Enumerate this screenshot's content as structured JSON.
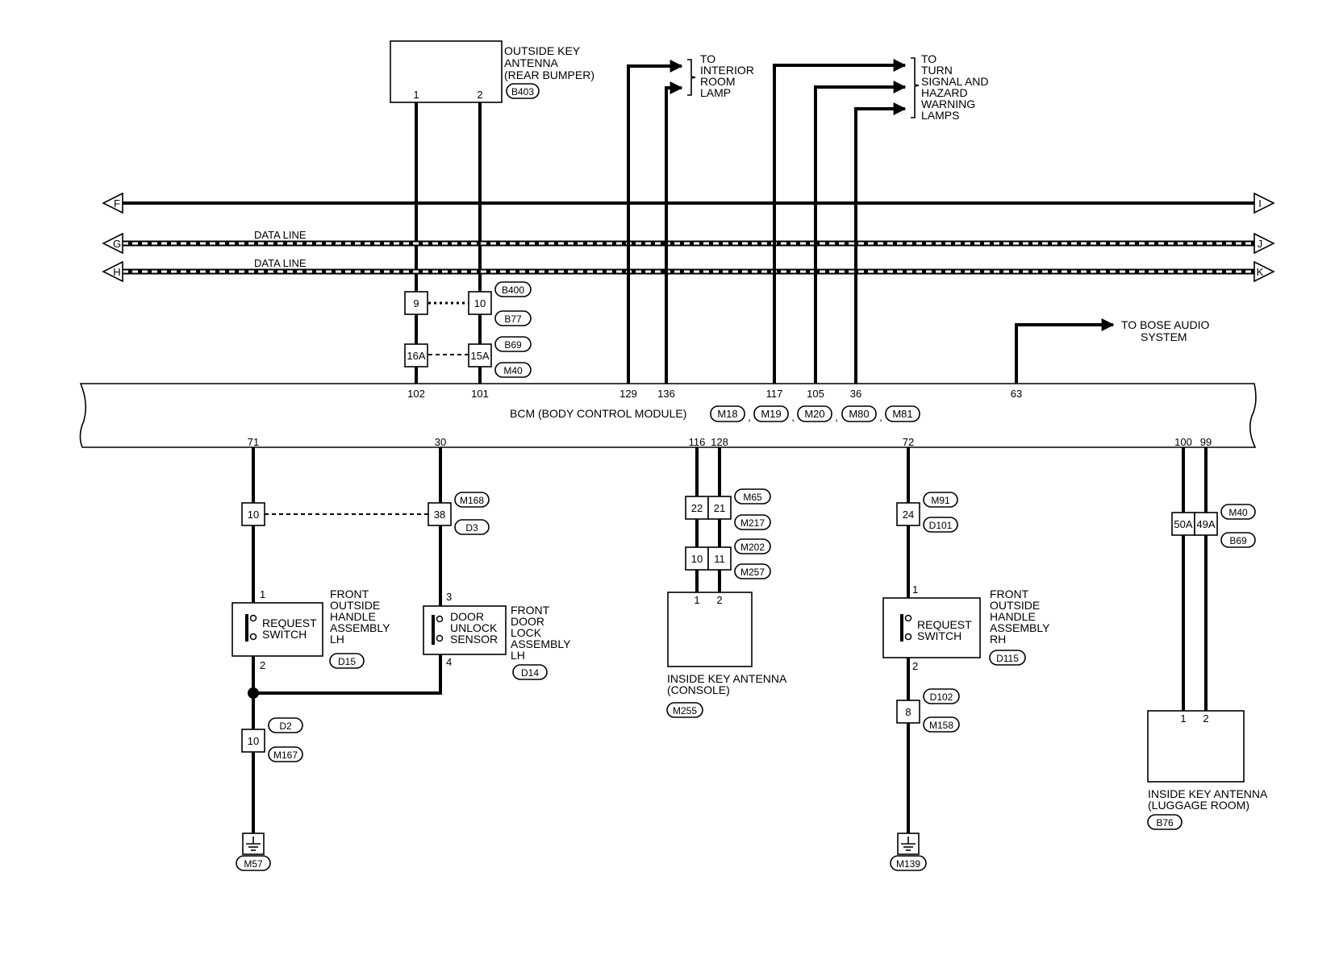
{
  "bcm": {
    "label": "BCM (BODY CONTROL MODULE)",
    "connectors": [
      "M18",
      "M19",
      "M20",
      "M80",
      "M81"
    ],
    "top_pins": [
      "102",
      "101",
      "129",
      "136",
      "117",
      "105",
      "36",
      "63"
    ],
    "bottom_pins": [
      "71",
      "30",
      "116",
      "128",
      "72",
      "100",
      "99"
    ]
  },
  "outside_key_antenna": {
    "label_lines": [
      "OUTSIDE KEY",
      "ANTENNA",
      "(REAR BUMPER)"
    ],
    "connector": "B403",
    "pins": [
      "1",
      "2"
    ]
  },
  "interior_room_lamp": {
    "label_lines": [
      "TO",
      "INTERIOR",
      "ROOM",
      "LAMP"
    ]
  },
  "turn_signal": {
    "label_lines": [
      "TO",
      "TURN",
      "SIGNAL AND",
      "HAZARD",
      "WARNING",
      "LAMPS"
    ]
  },
  "bose_audio": {
    "label_lines": [
      "TO BOSE AUDIO",
      "SYSTEM"
    ]
  },
  "buses": [
    {
      "left": "F",
      "right": "I",
      "label": ""
    },
    {
      "left": "G",
      "right": "J",
      "label": "DATA LINE"
    },
    {
      "left": "H",
      "right": "K",
      "label": "DATA LINE"
    }
  ],
  "rear_joints": {
    "cav_top": [
      "9",
      "10"
    ],
    "cav_bottom": [
      "16A",
      "15A"
    ],
    "connectors": [
      "B400",
      "B77",
      "B69",
      "M40"
    ]
  },
  "lh_request_switch": {
    "label_lines": [
      "FRONT",
      "OUTSIDE",
      "HANDLE",
      "ASSEMBLY",
      "LH"
    ],
    "inner_lines": [
      "REQUEST",
      "SWITCH"
    ],
    "connector": "D15",
    "pins": [
      "1",
      "2"
    ],
    "joint_cav": "10",
    "ground_joint_cav": "10",
    "ground_connectors": [
      "D2",
      "M167"
    ],
    "ground": "M57"
  },
  "door_unlock_sensor": {
    "label_lines": [
      "FRONT",
      "DOOR",
      "LOCK",
      "ASSEMBLY",
      "LH"
    ],
    "inner_lines": [
      "DOOR",
      "UNLOCK",
      "SENSOR"
    ],
    "connector": "D14",
    "pins": [
      "3",
      "4"
    ],
    "joint_cav": "38",
    "joint_connectors": [
      "M168",
      "D3"
    ]
  },
  "console_antenna": {
    "label_lines": [
      "INSIDE KEY ANTENNA",
      "(CONSOLE)"
    ],
    "connector": "M255",
    "pins": [
      "1",
      "2"
    ],
    "cav_upper": [
      "22",
      "21"
    ],
    "cav_lower": [
      "10",
      "11"
    ],
    "connectors": [
      "M65",
      "M217",
      "M202",
      "M257"
    ]
  },
  "rh_request_switch": {
    "label_lines": [
      "FRONT",
      "OUTSIDE",
      "HANDLE",
      "ASSEMBLY",
      "RH"
    ],
    "inner_lines": [
      "REQUEST",
      "SWITCH"
    ],
    "connector": "D115",
    "pins": [
      "1",
      "2"
    ],
    "upper_cav": "24",
    "upper_connectors": [
      "M91",
      "D101"
    ],
    "lower_cav": "8",
    "lower_connectors": [
      "D102",
      "M158"
    ],
    "ground": "M139"
  },
  "luggage_antenna": {
    "label_lines": [
      "INSIDE KEY ANTENNA",
      "(LUGGAGE ROOM)"
    ],
    "connector": "B76",
    "pins": [
      "1",
      "2"
    ],
    "cav": [
      "50A",
      "49A"
    ],
    "connectors": [
      "M40",
      "B69"
    ]
  }
}
